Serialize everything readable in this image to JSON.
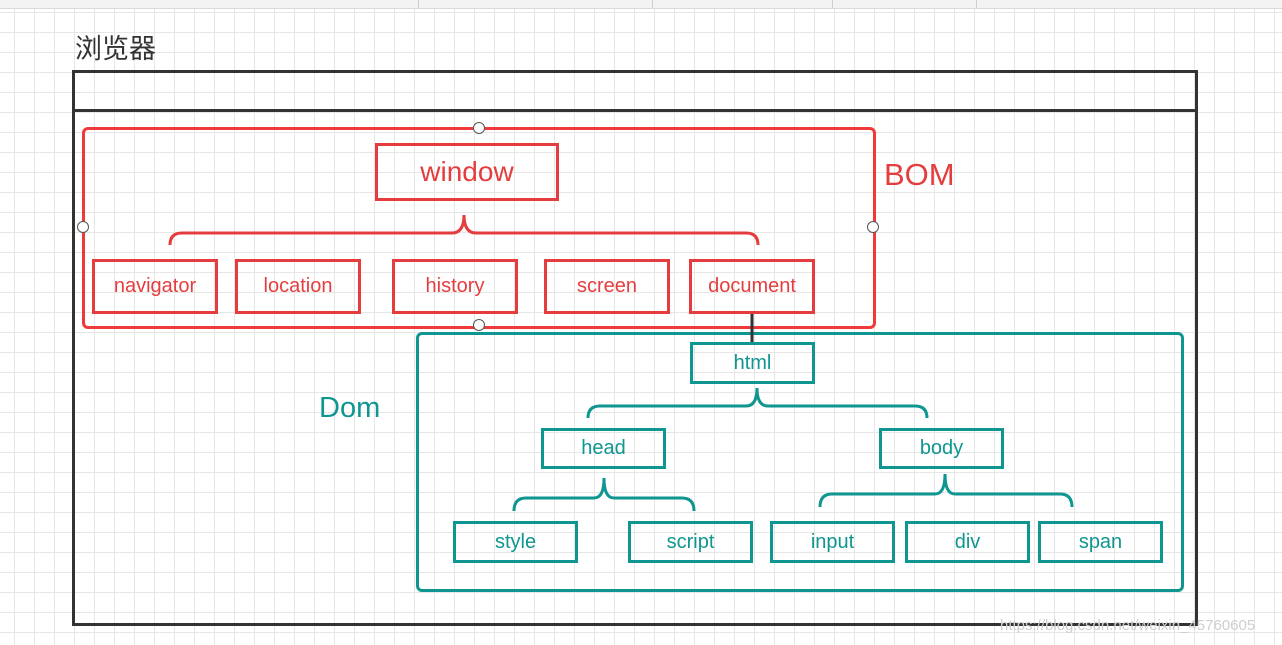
{
  "canvas": {
    "title": "浏览器",
    "watermark": "https://blog.csdn.net/weixin_45760605"
  },
  "bom": {
    "label": "BOM",
    "root": "window",
    "children": [
      "navigator",
      "location",
      "history",
      "screen",
      "document"
    ]
  },
  "dom": {
    "label": "Dom",
    "root": "html",
    "children": [
      "head",
      "body"
    ],
    "head_children": [
      "style",
      "script"
    ],
    "body_children": [
      "input",
      "div",
      "span"
    ]
  },
  "colors": {
    "bom": "#e53d3d",
    "dom": "#0f9690",
    "frame": "#333333"
  }
}
